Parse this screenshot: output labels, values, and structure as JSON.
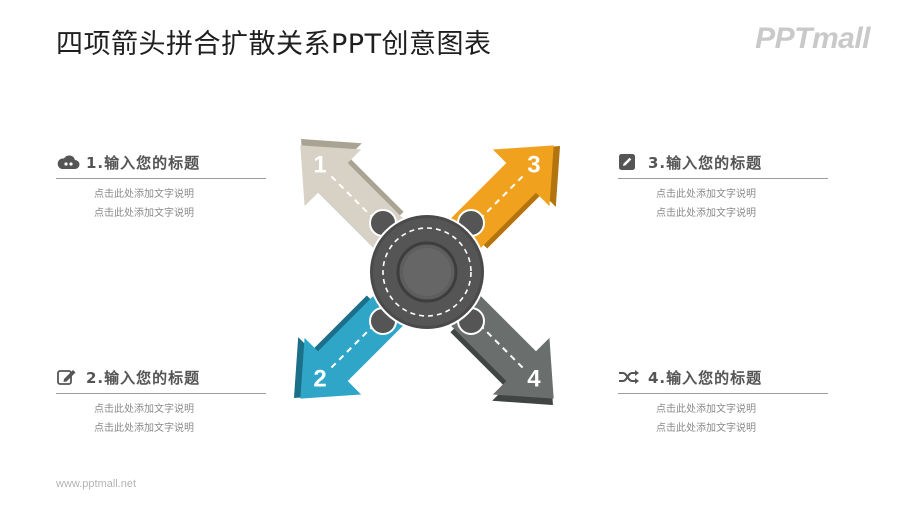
{
  "header": {
    "title": "四项箭头拼合扩散关系PPT创意图表",
    "logo": "PPTmall"
  },
  "footer": {
    "url": "www.pptmall.net"
  },
  "colors": {
    "arrow1": "#d7d2c5",
    "arrow2": "#2fa6c8",
    "arrow3": "#f0a21f",
    "arrow4": "#6a6f6e",
    "hub": "#555555",
    "text_heading": "#555555",
    "text_body": "#8a8a8a"
  },
  "diagram": {
    "arrows": [
      {
        "number": "1",
        "icon": "arrow-up-left"
      },
      {
        "number": "2",
        "icon": "arrow-down-left"
      },
      {
        "number": "3",
        "icon": "arrow-up-right"
      },
      {
        "number": "4",
        "icon": "arrow-down-right"
      }
    ]
  },
  "items": [
    {
      "icon": "cloud-icon",
      "heading": "1.输入您的标题",
      "lines": [
        "点击此处添加文字说明",
        "点击此处添加文字说明"
      ]
    },
    {
      "icon": "edit-icon",
      "heading": "2.输入您的标题",
      "lines": [
        "点击此处添加文字说明",
        "点击此处添加文字说明"
      ]
    },
    {
      "icon": "pencil-icon",
      "heading": "3.输入您的标题",
      "lines": [
        "点击此处添加文字说明",
        "点击此处添加文字说明"
      ]
    },
    {
      "icon": "shuffle-icon",
      "heading": "4.输入您的标题",
      "lines": [
        "点击此处添加文字说明",
        "点击此处添加文字说明"
      ]
    }
  ]
}
